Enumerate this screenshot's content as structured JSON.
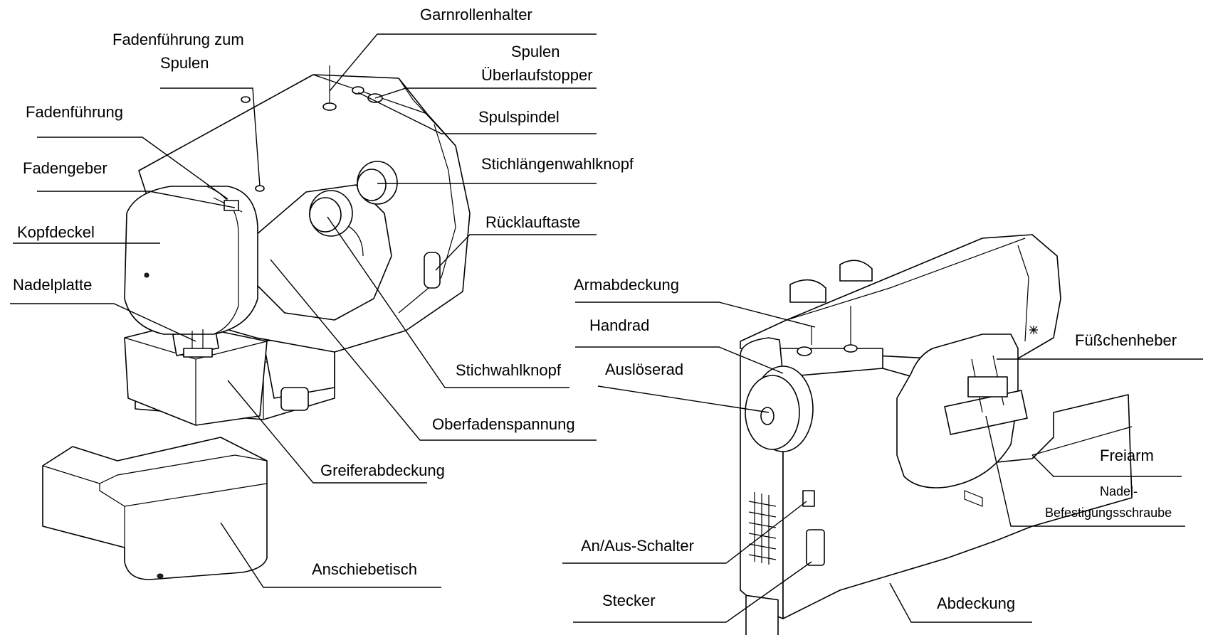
{
  "labels": {
    "garnrollenhalter": "Garnrollenhalter",
    "fadenfuehrung_spulen_1": "Fadenführung zum",
    "fadenfuehrung_spulen_2": "Spulen",
    "spulen_ueberlauf_1": "Spulen",
    "spulen_ueberlauf_2": "Überlaufstopper",
    "fadenfuehrung": "Fadenführung",
    "spulspindel": "Spulspindel",
    "fadengeber": "Fadengeber",
    "stichlaengenwahlknopf": "Stichlängenwahlknopf",
    "kopfdeckel": "Kopfdeckel",
    "ruecklauftaste": "Rücklauftaste",
    "nadelplatte": "Nadelplatte",
    "armabdeckung": "Armabdeckung",
    "handrad": "Handrad",
    "fuesschenheber": "Füßchenheber",
    "ausloeserad": "Auslöserad",
    "stichwahlknopf": "Stichwahlknopf",
    "oberfadenspannung": "Oberfadenspannung",
    "freiarm": "Freiarm",
    "greiferabdeckung": "Greiferabdeckung",
    "nadel_befestigung_1": "Nadel-",
    "nadel_befestigung_2": "Befestigungsschraube",
    "an_aus_schalter": "An/Aus-Schalter",
    "anschiebetisch": "Anschiebetisch",
    "stecker": "Stecker",
    "abdeckung": "Abdeckung"
  }
}
